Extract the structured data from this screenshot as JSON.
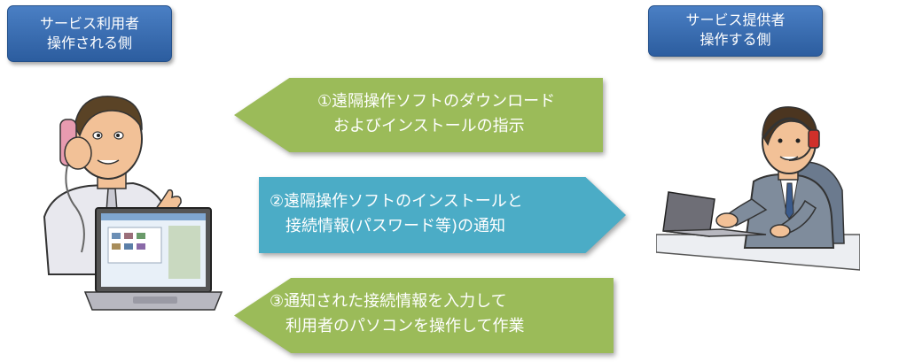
{
  "user_label": {
    "line1": "サービス利用者",
    "line2": "操作される側"
  },
  "provider_label": {
    "line1": "サービス提供者",
    "line2": "操作する側"
  },
  "steps": [
    {
      "line1": "①遠隔操作ソフトのダウンロード",
      "line2": "およびインストールの指示",
      "direction": "to-user",
      "color": "#9bbb59"
    },
    {
      "line1": "②遠隔操作ソフトのインストールと",
      "line2": "接続情報(パスワード等)の通知",
      "direction": "to-provider",
      "color": "#4bacc6"
    },
    {
      "line1": "③通知された接続情報を入力して",
      "line2": "利用者のパソコンを操作して作業",
      "direction": "to-user",
      "color": "#9bbb59"
    }
  ],
  "icons": {
    "user": "man-on-phone-with-laptop-illustration",
    "provider": "operator-with-headset-at-laptop-illustration"
  }
}
